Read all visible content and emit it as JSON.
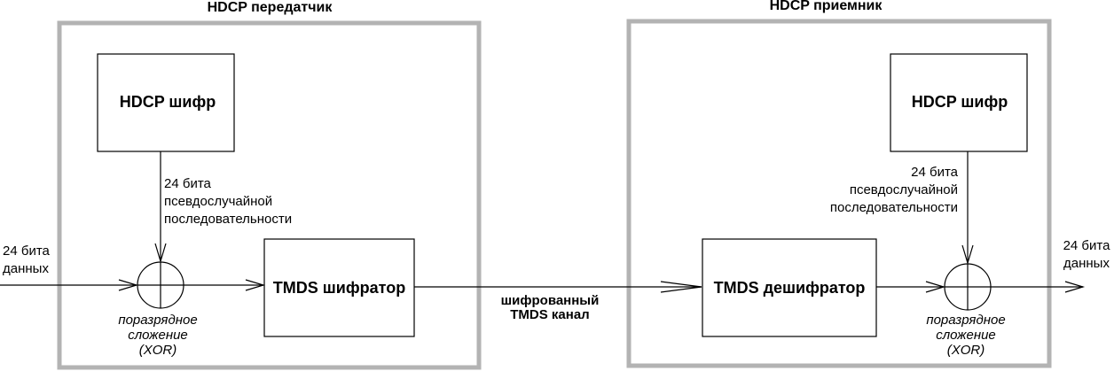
{
  "transmitter": {
    "title": "HDCP передатчик",
    "cipher_label": "HDCP шифр",
    "encoder_label": "TMDS шифратор",
    "sequence_label": [
      "24 бита",
      "псевдослучайной",
      "последовательности"
    ],
    "input_label": [
      "24 бита",
      "данных"
    ],
    "xor_label": [
      "поразрядное",
      "сложение",
      "(XOR)"
    ]
  },
  "channel_label": [
    "шифрованный",
    "TMDS канал"
  ],
  "receiver": {
    "title": "HDCP приемник",
    "cipher_label": "HDCP шифр",
    "decoder_label": "TMDS дешифратор",
    "sequence_label": [
      "24 бита",
      "псевдослучайной",
      "последовательности"
    ],
    "output_label": [
      "24 бита",
      "данных"
    ],
    "xor_label": [
      "поразрядное",
      "сложение",
      "(XOR)"
    ]
  },
  "colors": {
    "container_border": "#b3b3b3",
    "line": "#000000"
  }
}
